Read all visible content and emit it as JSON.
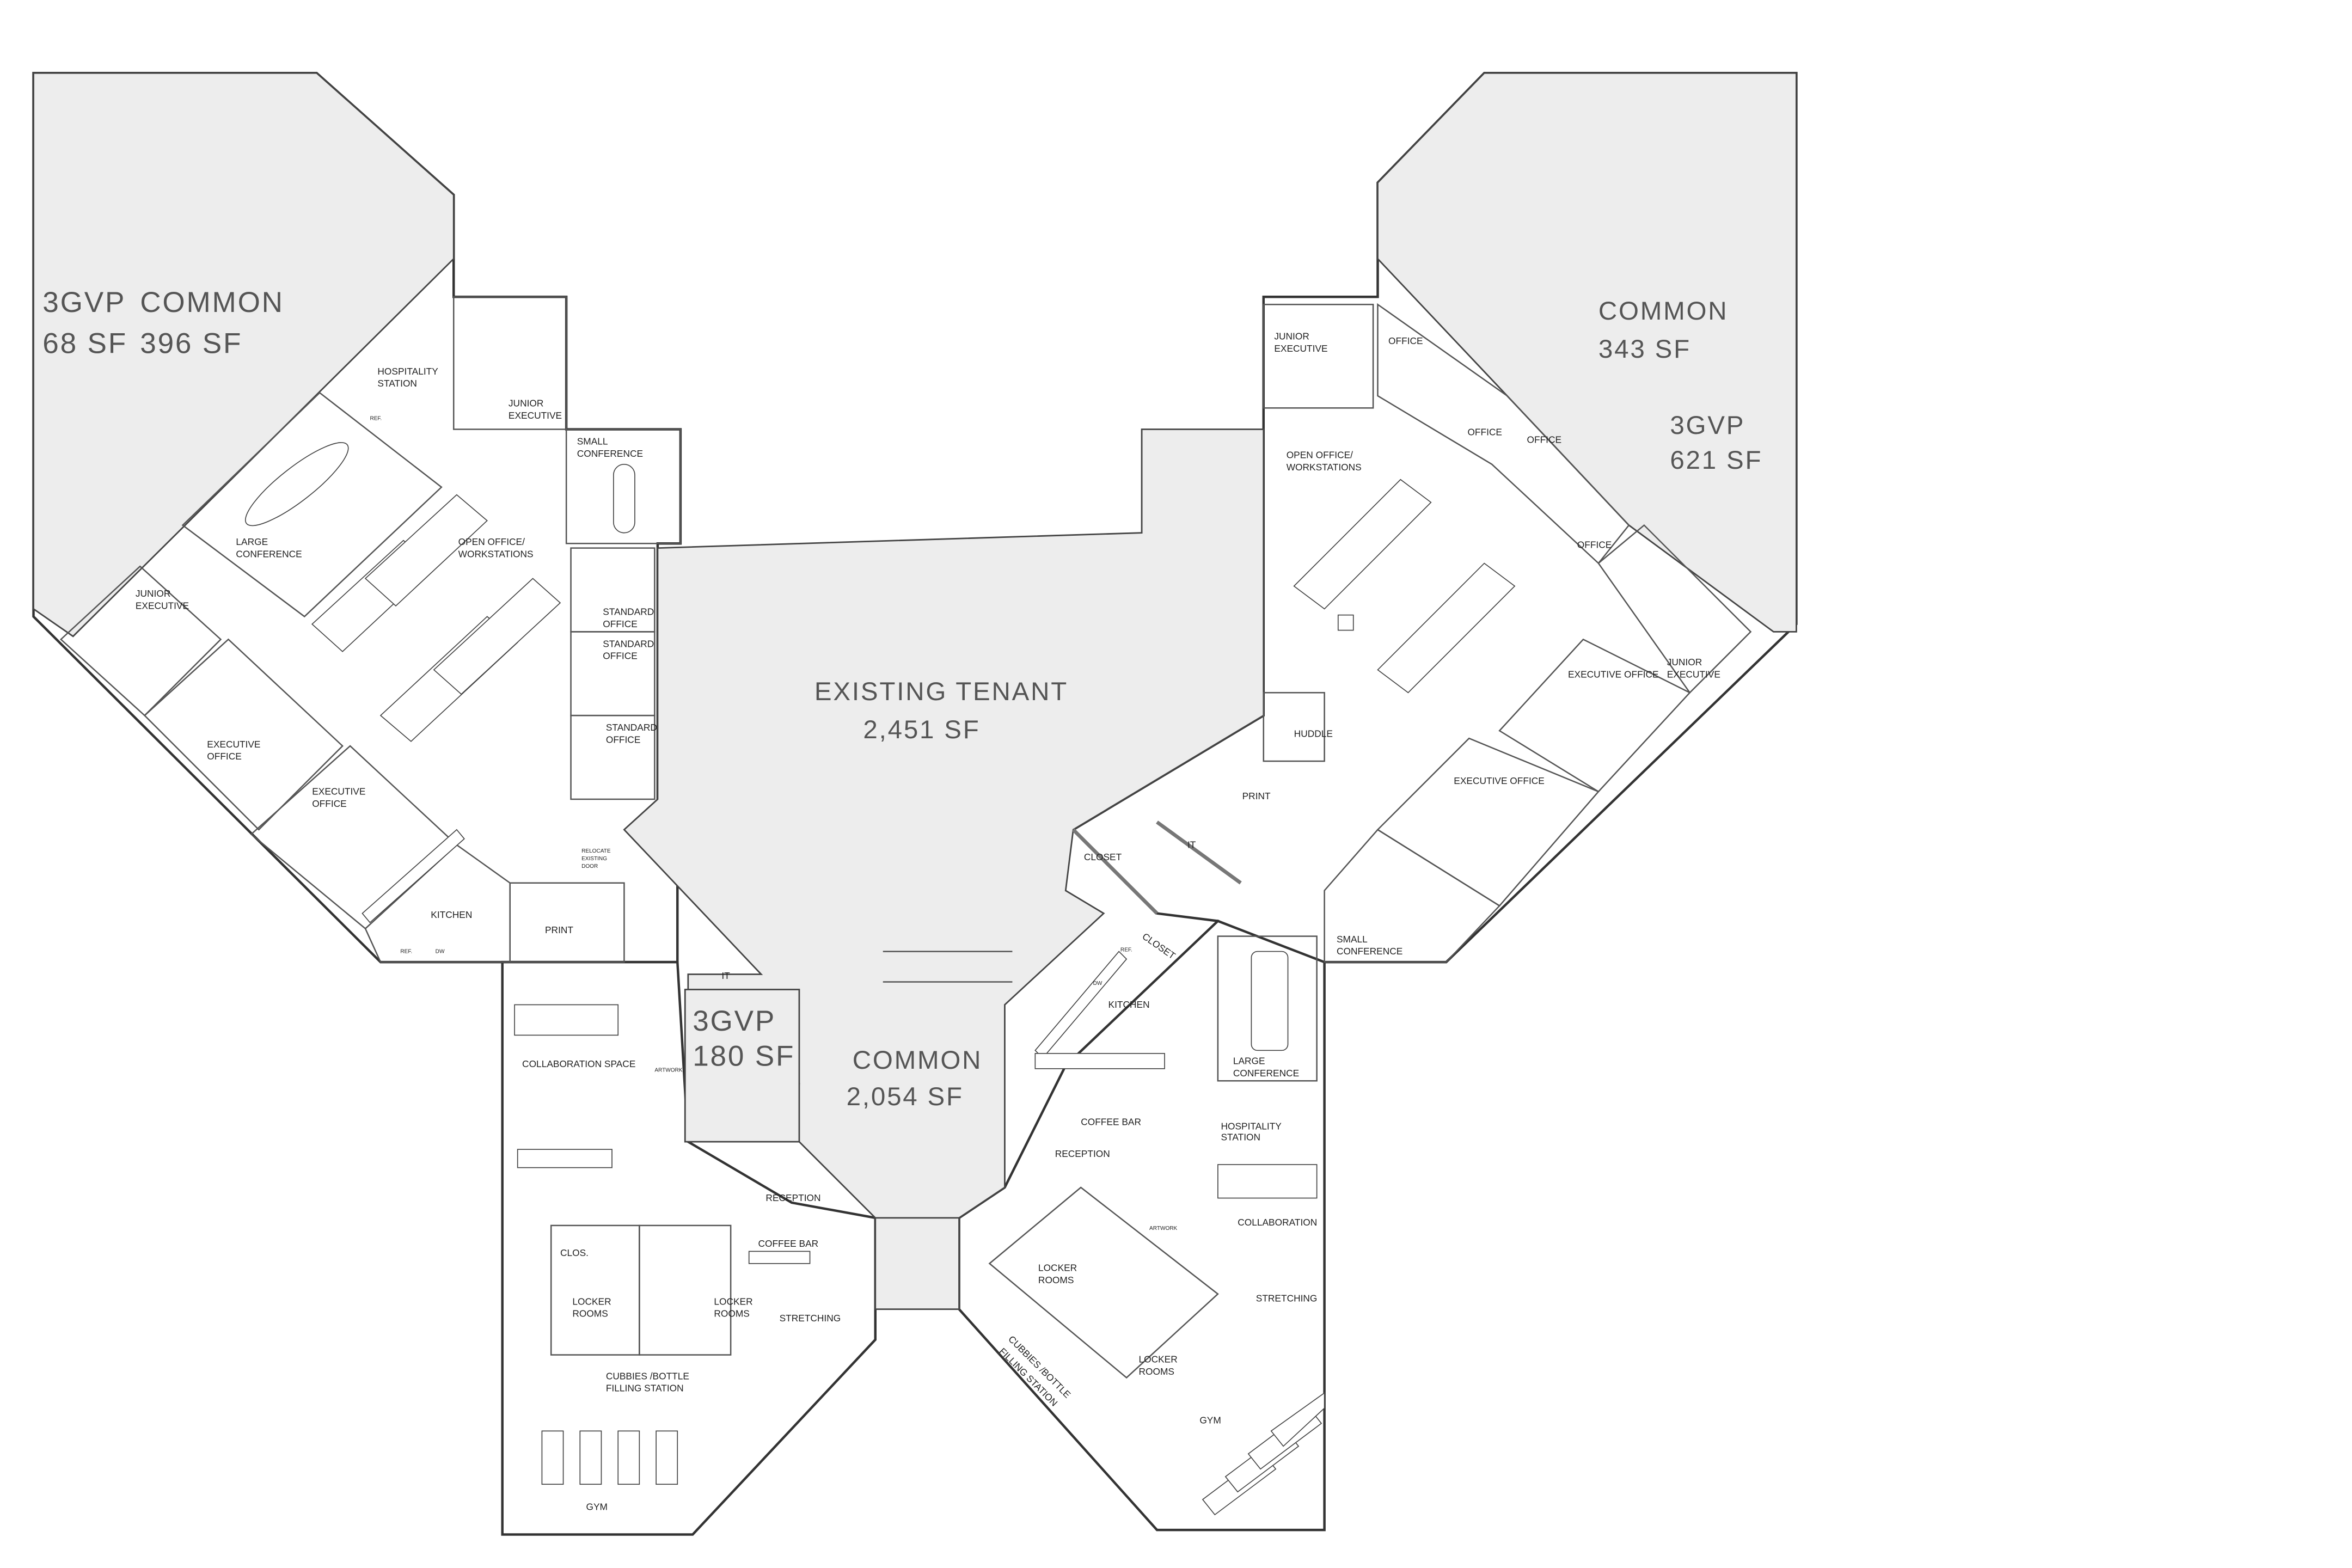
{
  "plan": {
    "area_labels": {
      "left_3gvp": [
        "3GVP",
        "68 SF"
      ],
      "left_common": [
        "COMMON",
        "396 SF"
      ],
      "existing_tenant": [
        "EXISTING TENANT",
        "2,451 SF"
      ],
      "center_3gvp": [
        "3GVP",
        "180 SF"
      ],
      "center_common": [
        "COMMON",
        "2,054 SF"
      ],
      "right_common": [
        "COMMON",
        "343 SF"
      ],
      "right_3gvp": [
        "3GVP",
        "621 SF"
      ]
    },
    "left_wing": {
      "hospitality": [
        "HOSPITALITY",
        "STATION"
      ],
      "junior_exec_top": [
        "JUNIOR",
        "EXECUTIVE"
      ],
      "small_conference": [
        "SMALL",
        "CONFERENCE"
      ],
      "large_conference": [
        "LARGE",
        "CONFERENCE"
      ],
      "open_office": [
        "OPEN OFFICE/",
        "WORKSTATIONS"
      ],
      "junior_exec_left": [
        "JUNIOR",
        "EXECUTIVE"
      ],
      "standard_office_1": [
        "STANDARD",
        "OFFICE"
      ],
      "standard_office_2": [
        "STANDARD",
        "OFFICE"
      ],
      "standard_office_3": [
        "STANDARD",
        "OFFICE"
      ],
      "exec_office_1": [
        "EXECUTIVE",
        "OFFICE"
      ],
      "exec_office_2": [
        "EXECUTIVE",
        "OFFICE"
      ],
      "relocate_door": [
        "RELOCATE",
        "EXISTING",
        "DOOR"
      ],
      "kitchen": "KITCHEN",
      "print": "PRINT",
      "ref": "REF.",
      "dw": "DW"
    },
    "left_lower": {
      "it": "IT",
      "artwork": "ARTWORK",
      "collaboration": "COLLABORATION SPACE",
      "reception": "RECEPTION",
      "coffee_bar": "COFFEE BAR",
      "clos": "CLOS.",
      "locker_1": [
        "LOCKER",
        "ROOMS"
      ],
      "locker_2": [
        "LOCKER",
        "ROOMS"
      ],
      "stretching": "STRETCHING",
      "cubbies": [
        "CUBBIES /BOTTLE",
        "FILLING STATION"
      ],
      "gym": "GYM"
    },
    "right_wing": {
      "junior_exec_top": [
        "JUNIOR",
        "EXECUTIVE"
      ],
      "office_1": "OFFICE",
      "office_2": "OFFICE",
      "office_3": "OFFICE",
      "office_4": "OFFICE",
      "open_office": [
        "OPEN OFFICE/",
        "WORKSTATIONS"
      ],
      "junior_exec_right": [
        "JUNIOR",
        "EXECUTIVE"
      ],
      "exec_office_1": "EXECUTIVE OFFICE",
      "exec_office_2": "EXECUTIVE OFFICE",
      "huddle": "HUDDLE",
      "print": "PRINT",
      "it": "IT",
      "closet": "CLOSET",
      "small_conference": [
        "SMALL",
        "CONFERENCE"
      ]
    },
    "right_lower": {
      "closet": "CLOSET",
      "ref": "REF.",
      "dw": "DW",
      "kitchen": "KITCHEN",
      "large_conference": [
        "LARGE",
        "CONFERENCE"
      ],
      "coffee_bar": "COFFEE BAR",
      "hospitality": [
        "HOSPITALITY",
        "STATION"
      ],
      "reception": "RECEPTION",
      "artwork": "ARTWORK",
      "collaboration": "COLLABORATION",
      "locker_1": [
        "LOCKER",
        "ROOMS"
      ],
      "locker_2": [
        "LOCKER",
        "ROOMS"
      ],
      "cubbies": [
        "CUBBIES /BOTTLE",
        "FILLING STATION"
      ],
      "stretching": "STRETCHING",
      "gym": "GYM"
    }
  }
}
